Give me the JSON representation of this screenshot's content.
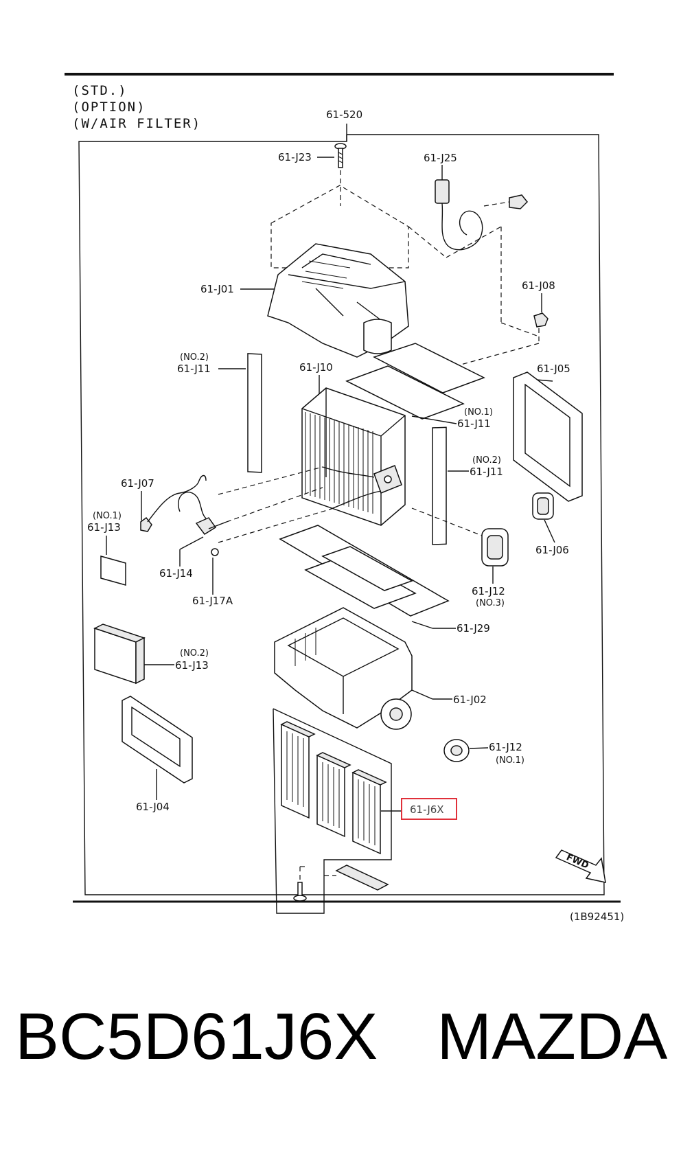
{
  "header": {
    "std": "(STD.)",
    "option": "(OPTION)",
    "air_filter": "(W/AIR FILTER)"
  },
  "labels": {
    "p520": "61-520",
    "j23": "61-J23",
    "j25": "61-J25",
    "j01": "61-J01",
    "j08": "61-J08",
    "j11_no2_left_note": "(NO.2)",
    "j11_no2_left": "61-J11",
    "j10": "61-J10",
    "j05": "61-J05",
    "j11_no1_note": "(NO.1)",
    "j11_no1": "61-J11",
    "j11_no2_right_note": "(NO.2)",
    "j11_no2_right": "61-J11",
    "j07": "61-J07",
    "j13_no1_note": "(NO.1)",
    "j13_no1": "61-J13",
    "j06": "61-J06",
    "j14": "61-J14",
    "j17a": "61-J17A",
    "j12_no3": "61-J12",
    "j12_no3_note": "(NO.3)",
    "j29": "61-J29",
    "j13_no2_note": "(NO.2)",
    "j13_no2": "61-J13",
    "j02": "61-J02",
    "j12_no1": "61-J12",
    "j12_no1_note": "(NO.1)",
    "j04": "61-J04",
    "j6x": "61-J6X",
    "fwd": "FWD",
    "code": "(1B92451)"
  },
  "highlight_color": "#e0303a",
  "footer": {
    "part_number": "BC5D61J6X",
    "brand": "MAZDA"
  }
}
